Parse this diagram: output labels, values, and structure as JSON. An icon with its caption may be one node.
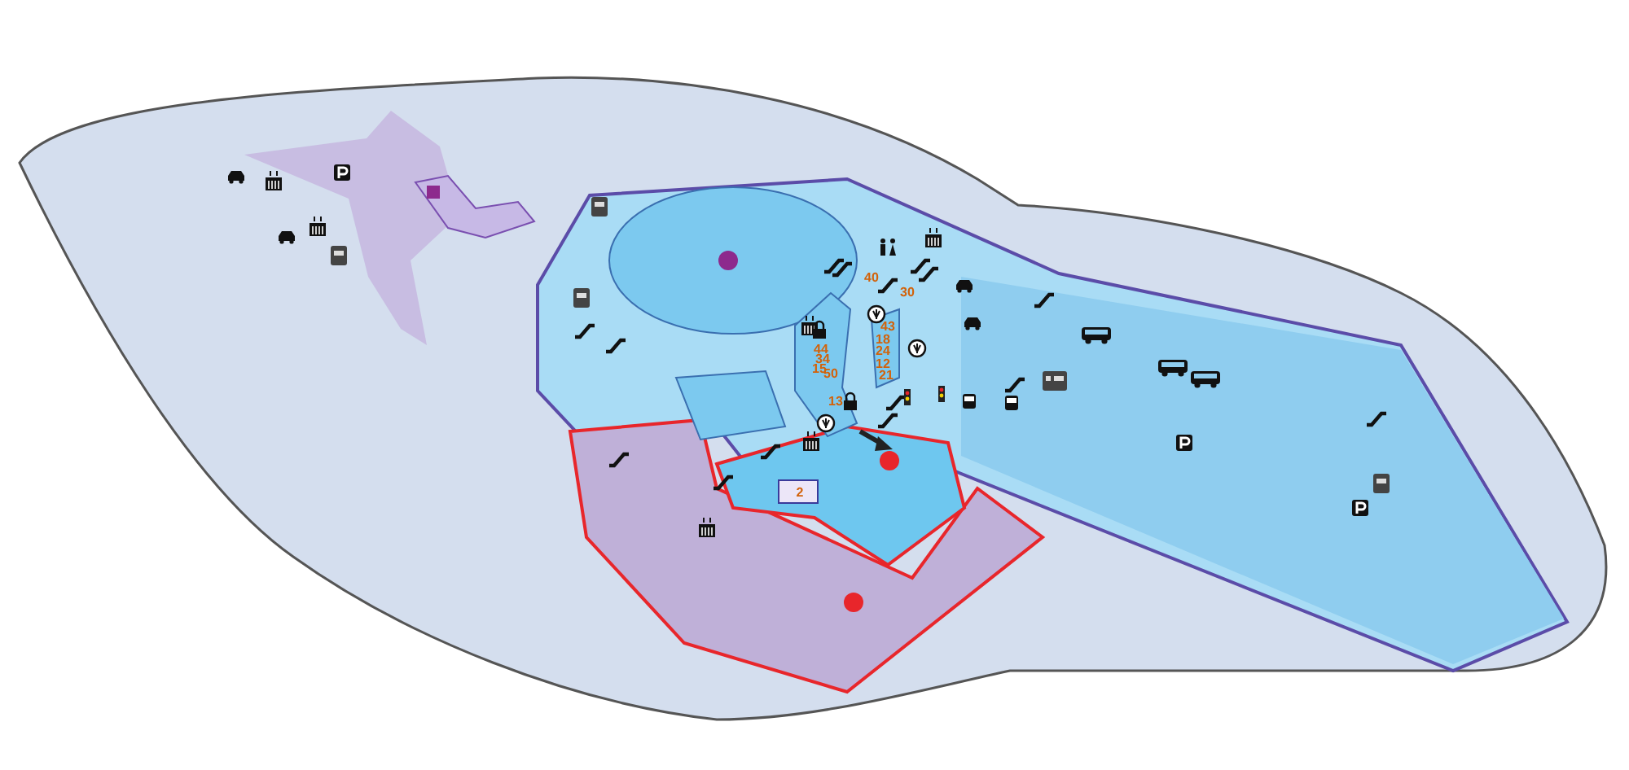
{
  "diagram": {
    "labels": [
      "40",
      "30",
      "43",
      "18",
      "44",
      "24",
      "34",
      "12",
      "15",
      "50",
      "21",
      "13",
      "2"
    ]
  }
}
